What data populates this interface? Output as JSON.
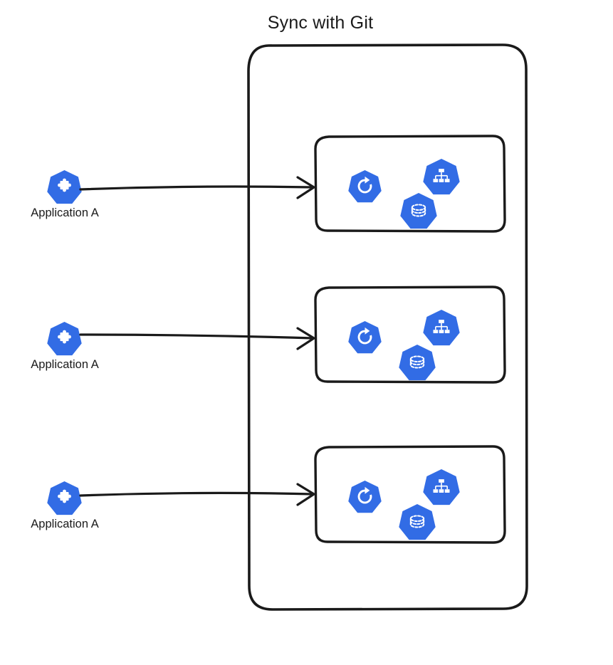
{
  "diagram": {
    "type": "architecture-diagram",
    "title": "Sync with Git",
    "background_color": "#ffffff",
    "stroke_color": "#1a1a1a",
    "accent_color": "#326CE5",
    "icon_fill_color": "#ffffff"
  },
  "applications": [
    {
      "label": "Application A",
      "icon": "puzzle-piece-heptagon-icon",
      "arrow": "arrow-right"
    },
    {
      "label": "Application A",
      "icon": "puzzle-piece-heptagon-icon",
      "arrow": "arrow-right"
    },
    {
      "label": "Application A",
      "icon": "puzzle-piece-heptagon-icon",
      "arrow": "arrow-right"
    }
  ],
  "cluster": {
    "name": "sync-with-git-container",
    "cards": [
      {
        "name": "resource-group-card",
        "resources": [
          {
            "icon": "rollout-circular-arrow-icon",
            "name": "deployment-resource"
          },
          {
            "icon": "hierarchy-tree-icon",
            "name": "replicaset-resource"
          },
          {
            "icon": "database-cylinder-icon",
            "name": "pod-resource"
          }
        ]
      },
      {
        "name": "resource-group-card",
        "resources": [
          {
            "icon": "rollout-circular-arrow-icon",
            "name": "deployment-resource"
          },
          {
            "icon": "hierarchy-tree-icon",
            "name": "replicaset-resource"
          },
          {
            "icon": "database-cylinder-icon",
            "name": "pod-resource"
          }
        ]
      },
      {
        "name": "resource-group-card",
        "resources": [
          {
            "icon": "rollout-circular-arrow-icon",
            "name": "deployment-resource"
          },
          {
            "icon": "hierarchy-tree-icon",
            "name": "replicaset-resource"
          },
          {
            "icon": "database-cylinder-icon",
            "name": "pod-resource"
          }
        ]
      }
    ]
  }
}
